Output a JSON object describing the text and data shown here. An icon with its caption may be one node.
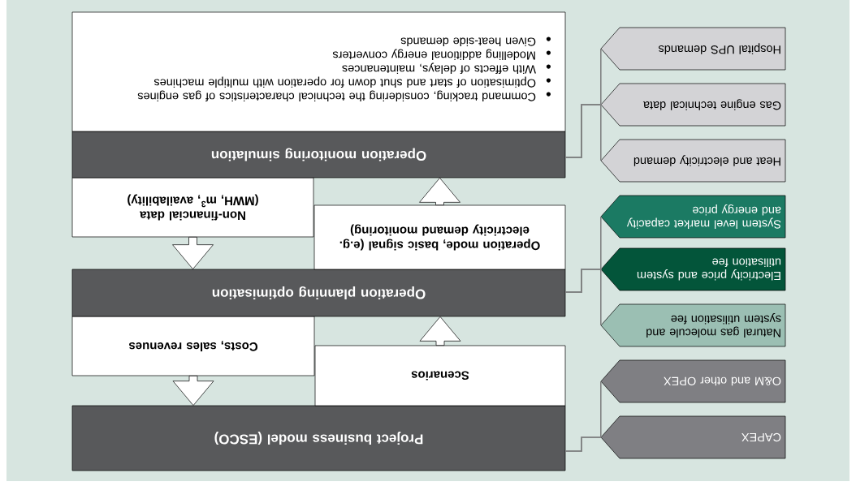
{
  "diagram": {
    "nodes": [
      {
        "text": [
          "Project business model (ESCO)"
        ]
      },
      {
        "text": [
          "Scenarios"
        ]
      },
      {
        "text": [
          "Costs, sales revenues"
        ]
      },
      {
        "text": [
          "Operation planning optimisation"
        ]
      },
      {
        "text": [
          "Operation mode, basic signal (e.g. electricity demand monitoring)"
        ]
      },
      {
        "text": [
          "Non-financial data (MWH, m$^{3}$, availability)"
        ]
      },
      {
        "text": [
          "Operation monitoring simulation"
        ]
      },
      {
        "text": [
          "Command tracking, considering the technical characteristics of gas engines",
          "Optimisation of start and shut down for operation with multiple machines",
          "With effects of delays, maintenances",
          "Modelling additional energy converters",
          "Given heat-side demands"
        ]
      },
      {
        "text": [
          "CAPEX"
        ]
      },
      {
        "text": [
          "O&M and other OPEX"
        ]
      },
      {
        "text": [
          "Natural gas molecule and system utilisation fee"
        ]
      },
      {
        "text": [
          "Electricity price and system utilisation fee"
        ]
      },
      {
        "text": [
          "System level market capacity and energy price"
        ]
      },
      {
        "text": [
          "Heat and electricity demand"
        ]
      },
      {
        "text": [
          "Gas engine technical data"
        ]
      },
      {
        "text": [
          "Hospital UPS demands"
        ]
      }
    ],
    "edges": [
      {
        "from": 1,
        "to": 3,
        "arrow": "to",
        "style": "thick"
      },
      {
        "from": 2,
        "to": 0,
        "arrow": "to",
        "style": "thick"
      },
      {
        "from": 4,
        "to": 6,
        "arrow": "to",
        "style": "thick"
      },
      {
        "from": 5,
        "to": 3,
        "arrow": "to",
        "style": "thick"
      },
      {
        "from": 8,
        "to": 0,
        "arrow": "none"
      },
      {
        "from": 9,
        "to": 0,
        "arrow": "none"
      },
      {
        "from": 10,
        "to": 3,
        "arrow": "none"
      },
      {
        "from": 11,
        "to": 3,
        "arrow": "none"
      },
      {
        "from": 12,
        "to": 3,
        "arrow": "none"
      },
      {
        "from": 13,
        "to": 6,
        "arrow": "none"
      },
      {
        "from": 14,
        "to": 6,
        "arrow": "none"
      },
      {
        "from": 15,
        "to": 6,
        "arrow": "none"
      }
    ]
  }
}
